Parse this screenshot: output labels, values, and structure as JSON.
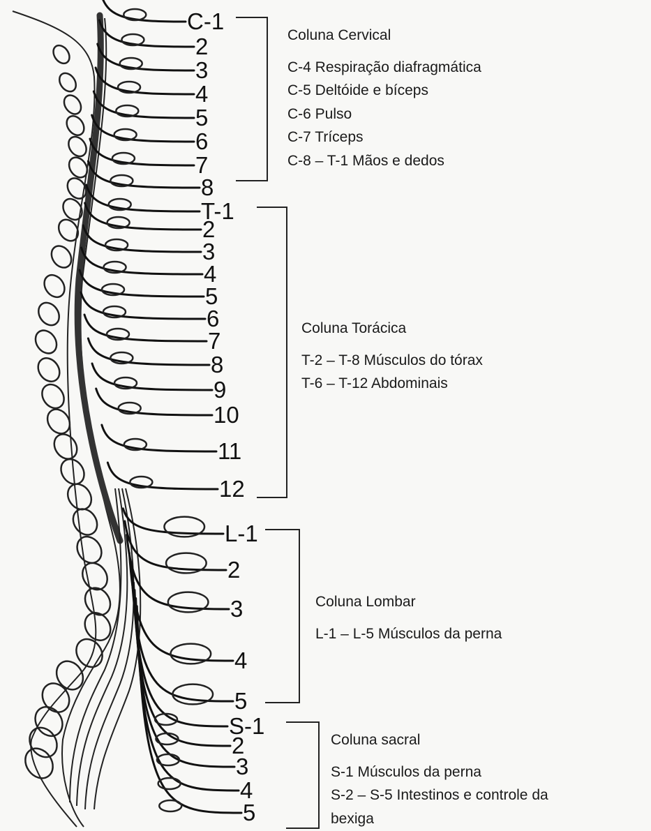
{
  "segments": {
    "cervical": [
      "C-1",
      "2",
      "3",
      "4",
      "5",
      "6",
      "7",
      "8"
    ],
    "thoracic": [
      "T-1",
      "2",
      "3",
      "4",
      "5",
      "6",
      "7",
      "8",
      "9",
      "10",
      "11",
      "12"
    ],
    "lumbar": [
      "L-1",
      "2",
      "3",
      "4",
      "5"
    ],
    "sacral": [
      "S-1",
      "2",
      "3",
      "4",
      "5"
    ]
  },
  "regions": {
    "cervical": {
      "title": "Coluna Cervical",
      "lines": [
        "C-4 Respiração diafragmática",
        "C-5 Deltóide e bíceps",
        "C-6 Pulso",
        "C-7 Tríceps",
        "C-8 – T-1 Mãos e dedos"
      ]
    },
    "thoracic": {
      "title": "Coluna Torácica",
      "lines": [
        "T-2 – T-8 Músculos do tórax",
        "T-6 – T-12 Abdominais"
      ]
    },
    "lumbar": {
      "title": "Coluna Lombar",
      "lines": [
        "L-1 – L-5 Músculos da perna"
      ]
    },
    "sacral": {
      "title": "Coluna sacral",
      "lines": [
        "S-1 Músculos da perna",
        "S-2 – S-5 Intestinos e controle da",
        "bexiga"
      ]
    }
  }
}
